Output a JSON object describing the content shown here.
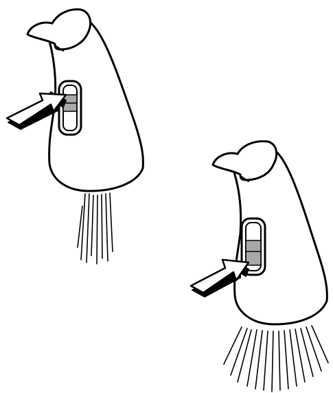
{
  "figure": {
    "colors": {
      "ink": "#000000",
      "paper": "#ffffff",
      "sensor_fill": "#a8a8a8"
    },
    "views": [
      {
        "id": "top-left",
        "spray_pattern": "narrow-stream",
        "sensor_state": "partially-covered"
      },
      {
        "id": "bottom-right",
        "spray_pattern": "wide-spray",
        "sensor_state": "fully-covered"
      }
    ]
  }
}
